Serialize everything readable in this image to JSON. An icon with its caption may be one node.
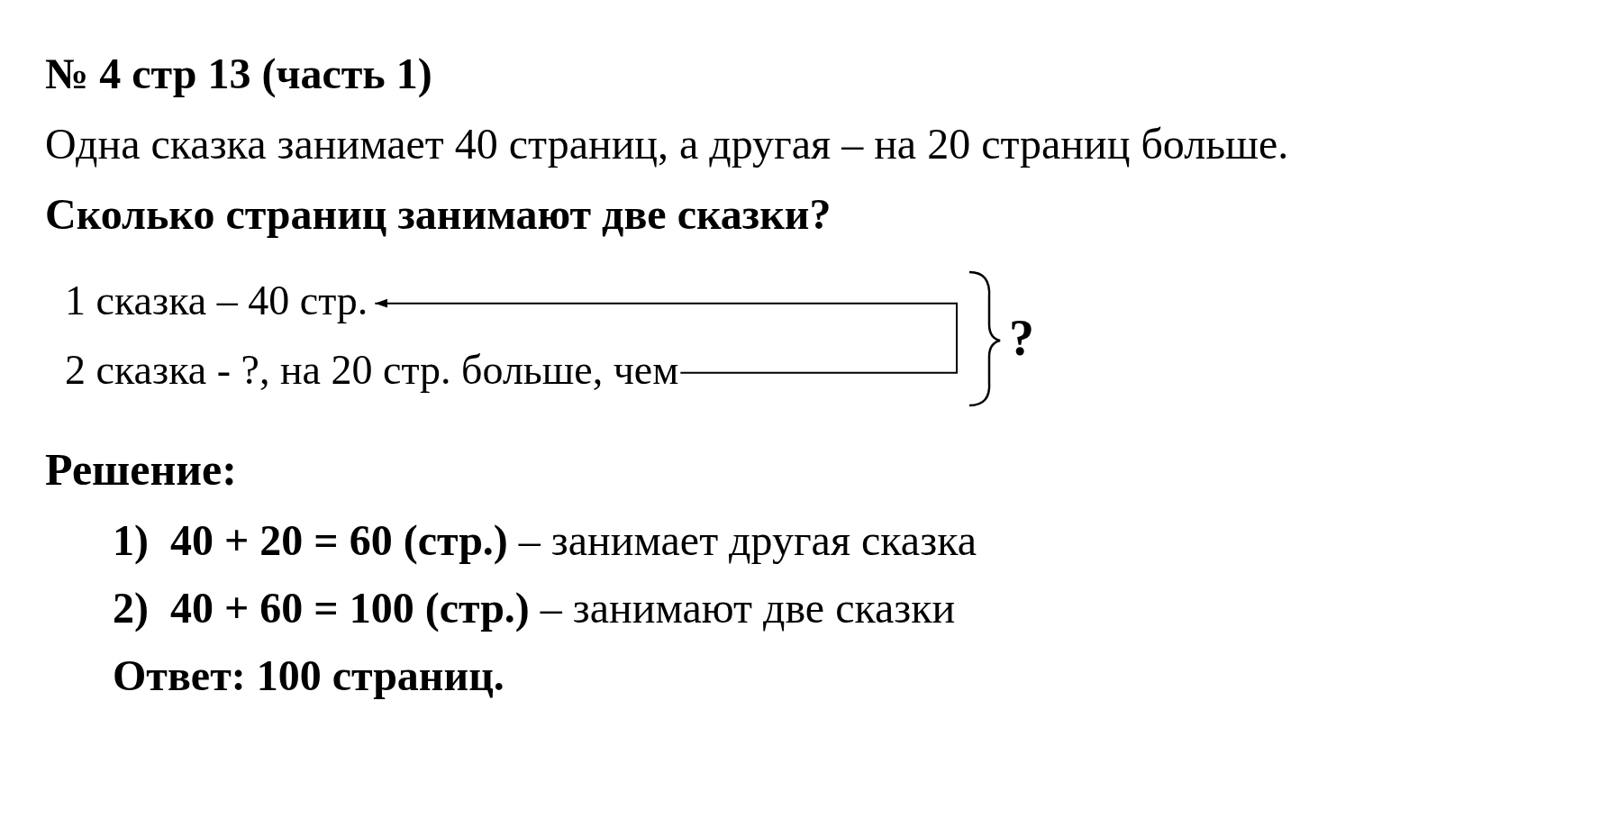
{
  "diagram": {
    "title": "№ 4 стр 13 (часть 1)",
    "nodes": [
      {
        "text": [
          "1 сказка – 40 стр."
        ]
      },
      {
        "text": [
          "2 сказка - ?, на 20 стр. больше, чем"
        ]
      }
    ],
    "edges": [
      {
        "from": 1,
        "to": 0,
        "arrow": "to"
      }
    ],
    "labels": [
      "Одна сказка занимает 40 страниц, а другая – на 20 страниц больше.",
      "Сколько страниц занимают две сказки?",
      "?",
      "Решение:",
      "**1)  40 + 20 = 60 (стр.)** – занимает другая сказка",
      "**2)  40 + 60 = 100 (стр.)** – занимают две сказки",
      "Ответ: 100 страниц."
    ]
  }
}
